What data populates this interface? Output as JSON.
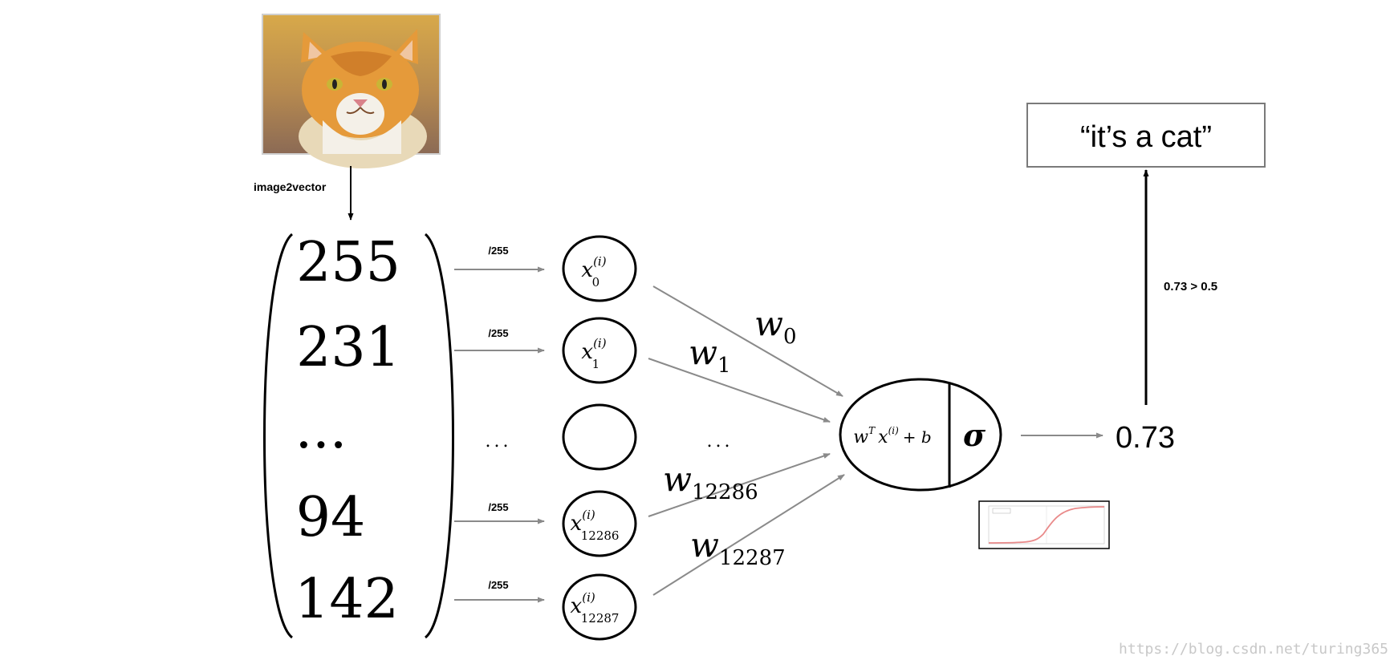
{
  "image": {
    "alt": "",
    "colors": {
      "fur": "#e59a3a",
      "fur_dark": "#c06a1e",
      "chest": "#f4f0e8",
      "bg_top": "#d8a94a",
      "bg_bottom": "#8b6a55",
      "eye": "#c9b536"
    }
  },
  "step_label": "image2vector",
  "vector": {
    "values": [
      "255",
      "231",
      "...",
      "94",
      "142"
    ]
  },
  "normalize_label": "/255",
  "row_ellipsis": "...",
  "inputs": [
    {
      "base": "x",
      "sup": "(i)",
      "sub": "0"
    },
    {
      "base": "x",
      "sup": "(i)",
      "sub": "1"
    },
    {
      "base": "",
      "sup": "",
      "sub": ""
    },
    {
      "base": "x",
      "sup": "(i)",
      "sub": "12286"
    },
    {
      "base": "x",
      "sup": "(i)",
      "sub": "12287"
    }
  ],
  "middle_ellipsis": "...",
  "weights": [
    {
      "base": "w",
      "sub": "0"
    },
    {
      "base": "w",
      "sub": "1"
    },
    {
      "base": "w",
      "sub": "12286"
    },
    {
      "base": "w",
      "sub": "12287"
    }
  ],
  "neuron": {
    "linear": {
      "w": "w",
      "T": "T",
      "x": "x",
      "xsup": "(i)",
      "rest": "+ b"
    },
    "activation": "σ"
  },
  "output_value": "0.73",
  "threshold_label": "0.73 > 0.5",
  "result": "“it’s a cat”",
  "watermark": "https://blog.csdn.net/turing365",
  "colors": {
    "arrow": "#8a8a8a",
    "stroke": "#000000",
    "box_border": "#7a7a7a",
    "sigmoid_curve": "#e98a8a"
  }
}
